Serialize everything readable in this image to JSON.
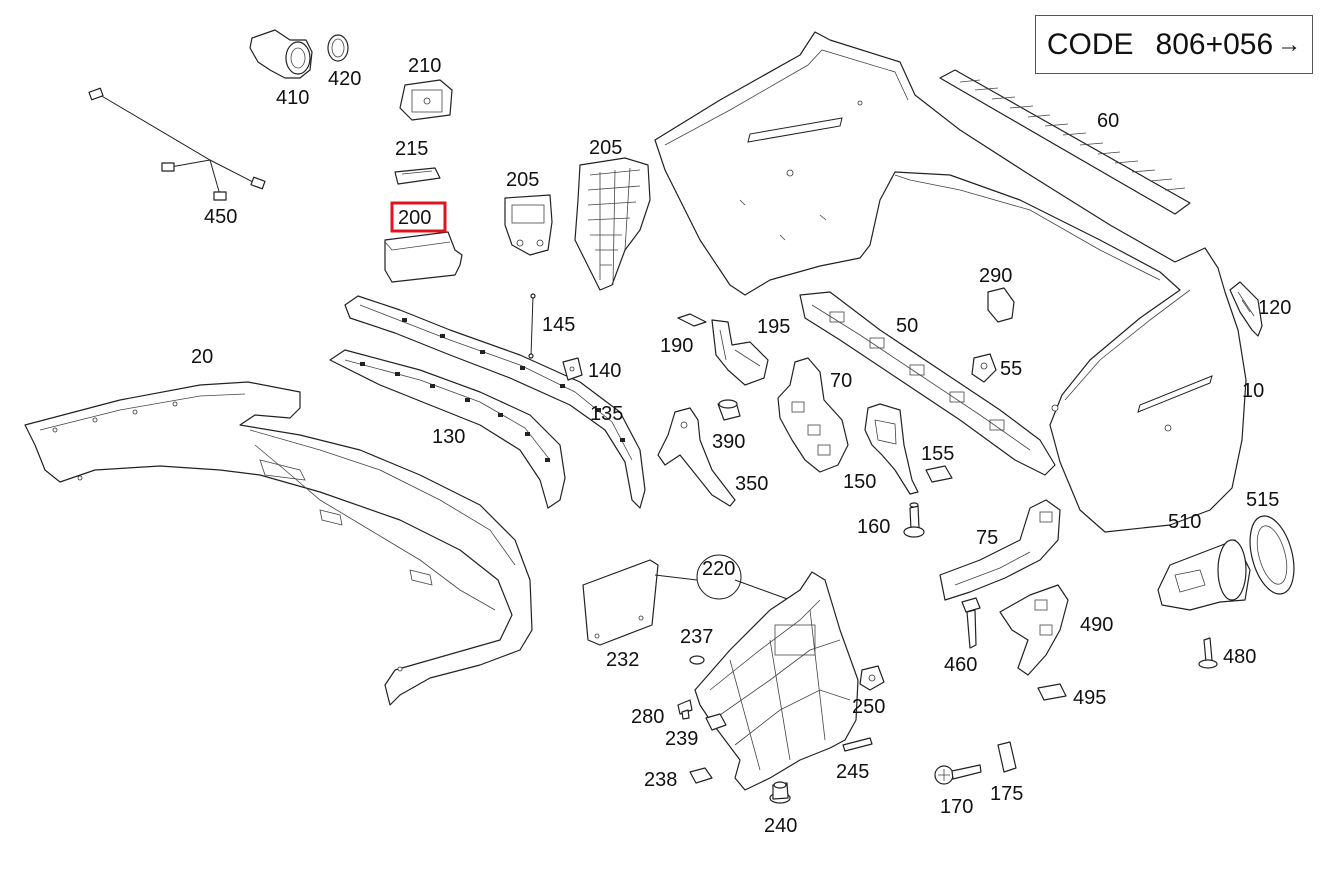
{
  "code_box": {
    "label": "CODE",
    "code": "806+056",
    "arrow": "→"
  },
  "highlight": {
    "part": "200",
    "color": "#e0141c"
  },
  "parts": {
    "p10": "10",
    "p20": "20",
    "p50": "50",
    "p55": "55",
    "p60": "60",
    "p70": "70",
    "p75": "75",
    "p120": "120",
    "p130": "130",
    "p135": "135",
    "p140": "140",
    "p145": "145",
    "p150": "150",
    "p155": "155",
    "p160": "160",
    "p170": "170",
    "p175": "175",
    "p190": "190",
    "p195": "195",
    "p200": "200",
    "p205a": "205",
    "p205b": "205",
    "p210": "210",
    "p215": "215",
    "p220": "220",
    "p232": "232",
    "p237": "237",
    "p238": "238",
    "p239": "239",
    "p240": "240",
    "p245": "245",
    "p250": "250",
    "p280": "280",
    "p290": "290",
    "p350": "350",
    "p390": "390",
    "p410": "410",
    "p420": "420",
    "p450": "450",
    "p460": "460",
    "p480": "480",
    "p490": "490",
    "p495": "495",
    "p510": "510",
    "p515": "515"
  }
}
